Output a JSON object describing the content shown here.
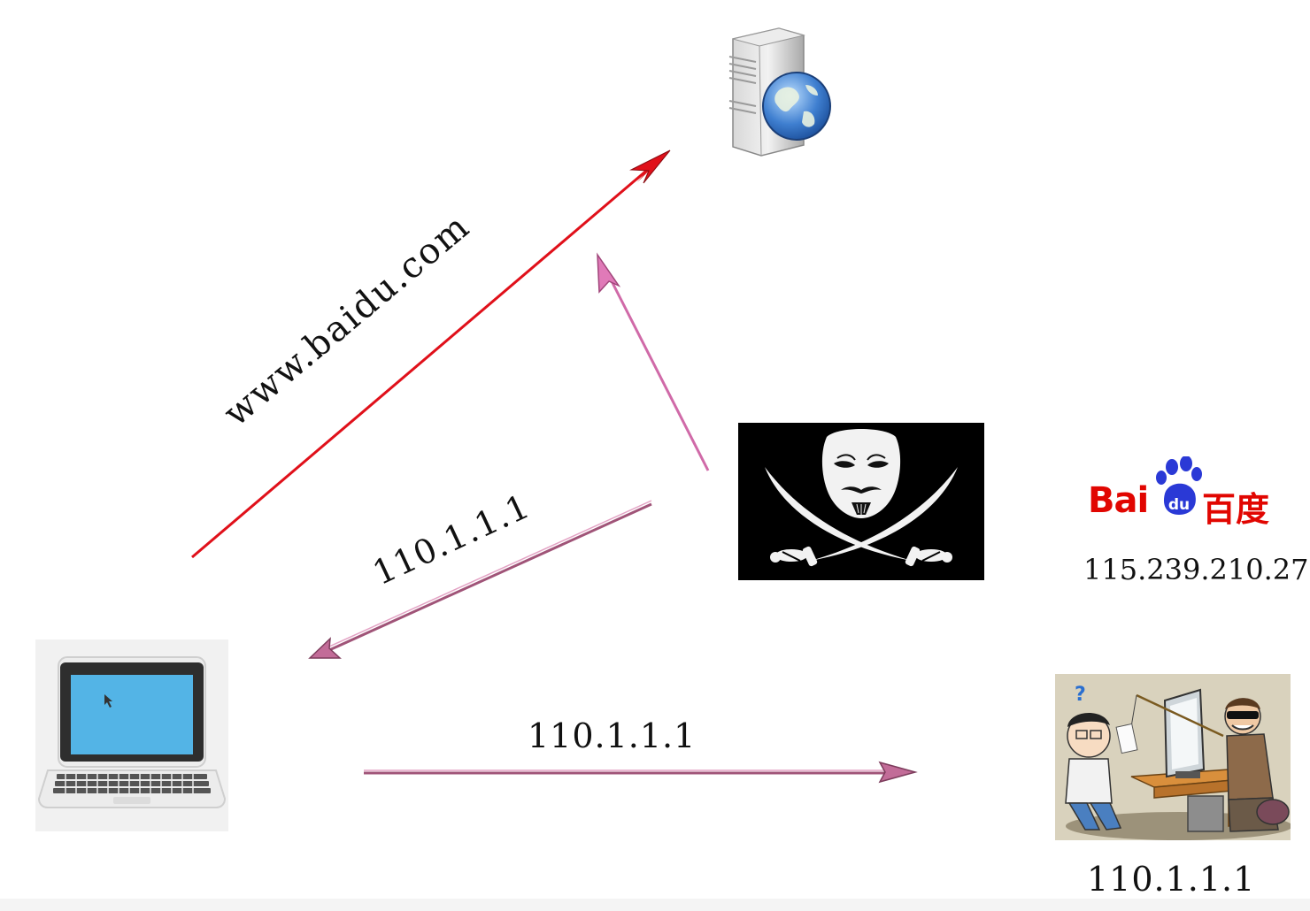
{
  "labels": {
    "dns_query": "www.baidu.com",
    "spoofed_reply": "110.1.1.1",
    "redirect_target": "110.1.1.1",
    "baidu_ip": "115.239.210.27",
    "fake_server_ip": "110.1.1.1"
  },
  "logo": {
    "latin": "Bai",
    "paw_text": "du",
    "chinese": "百度",
    "brand_color": "#e10601",
    "paw_color": "#2a39d6"
  },
  "colors": {
    "query_arrow": "#e0101a",
    "attacker_arrow": "#e07ab8",
    "spoof_arrow": "#b05d84",
    "redirect_arrow": "#b05d84"
  },
  "icons": {
    "dns_server": "server-globe-icon",
    "client": "laptop-icon",
    "attacker": "pirate-flag-icon",
    "victim_site": "phishing-cartoon-icon"
  }
}
